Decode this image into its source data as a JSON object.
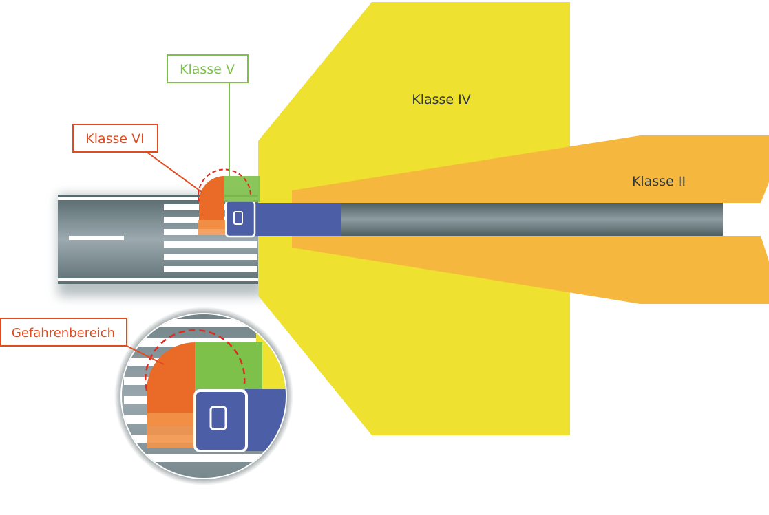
{
  "zones": {
    "class_iv": {
      "label": "Klasse IV",
      "color": "#EFE12F"
    },
    "class_ii": {
      "label": "Klasse II",
      "color": "#F6B73E"
    },
    "class_v": {
      "label": "Klasse V",
      "color": "#7DC04A"
    },
    "class_vi": {
      "label": "Klasse VI",
      "color": "#EA6A27"
    },
    "danger": {
      "label": "Gefahrenbereich",
      "color": "#E24B1E"
    }
  },
  "colors": {
    "truck_cab": "#4B5EA6",
    "trailer": "#6E8082",
    "road": "#7D8D92",
    "marking": "#FFFFFF"
  }
}
